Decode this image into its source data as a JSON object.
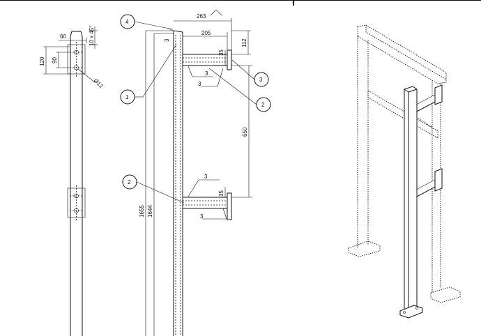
{
  "front_view": {
    "dim_width": "60",
    "dim_chamfer": "10 x 45°",
    "dim_hole_height": "120",
    "dim_hole_spacing": "90",
    "dim_hole_diameter": "Ø12"
  },
  "side_view": {
    "dim_overall_width": "263",
    "dim_bracket_length": "205",
    "dim_top_offset": "3",
    "dim_bracket_height_top": "35",
    "dim_top_to_bracket": "112",
    "dim_bracket_spacing": "650",
    "dim_bracket_height_bottom": "35",
    "dim_total_height": "1655",
    "dim_post_height": "1644",
    "weld_size": "3",
    "callouts": [
      "1",
      "2",
      "3",
      "4",
      "2"
    ]
  }
}
